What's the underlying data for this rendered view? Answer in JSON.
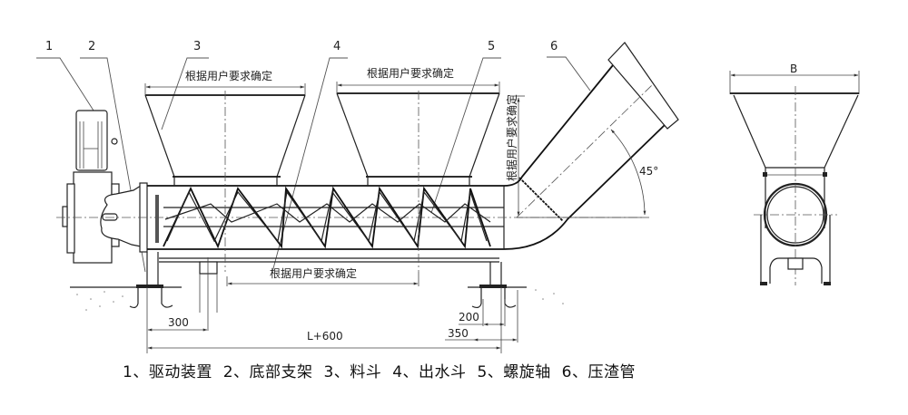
{
  "callouts": [
    {
      "num": "1",
      "label": "驱动装置"
    },
    {
      "num": "2",
      "label": "底部支架"
    },
    {
      "num": "3",
      "label": "料斗"
    },
    {
      "num": "4",
      "label": "出水斗"
    },
    {
      "num": "5",
      "label": "螺旋轴"
    },
    {
      "num": "6",
      "label": "压渣管"
    }
  ],
  "dimensions": {
    "hopper1_width": "根据用户要求确定",
    "hopper2_width": "根据用户要求确定",
    "outlet_height": "根据用户要求确定",
    "drain_span": "根据用户要求确定",
    "angle": "45°",
    "side_width": "B",
    "left_offset": "300",
    "total_length": "L+600",
    "right_foot_a": "200",
    "right_foot_b": "350"
  },
  "caption": {
    "items": [
      "1、驱动装置",
      "2、底部支架",
      "3、料斗",
      "4、出水斗",
      "5、螺旋轴",
      "6、压渣管"
    ]
  }
}
